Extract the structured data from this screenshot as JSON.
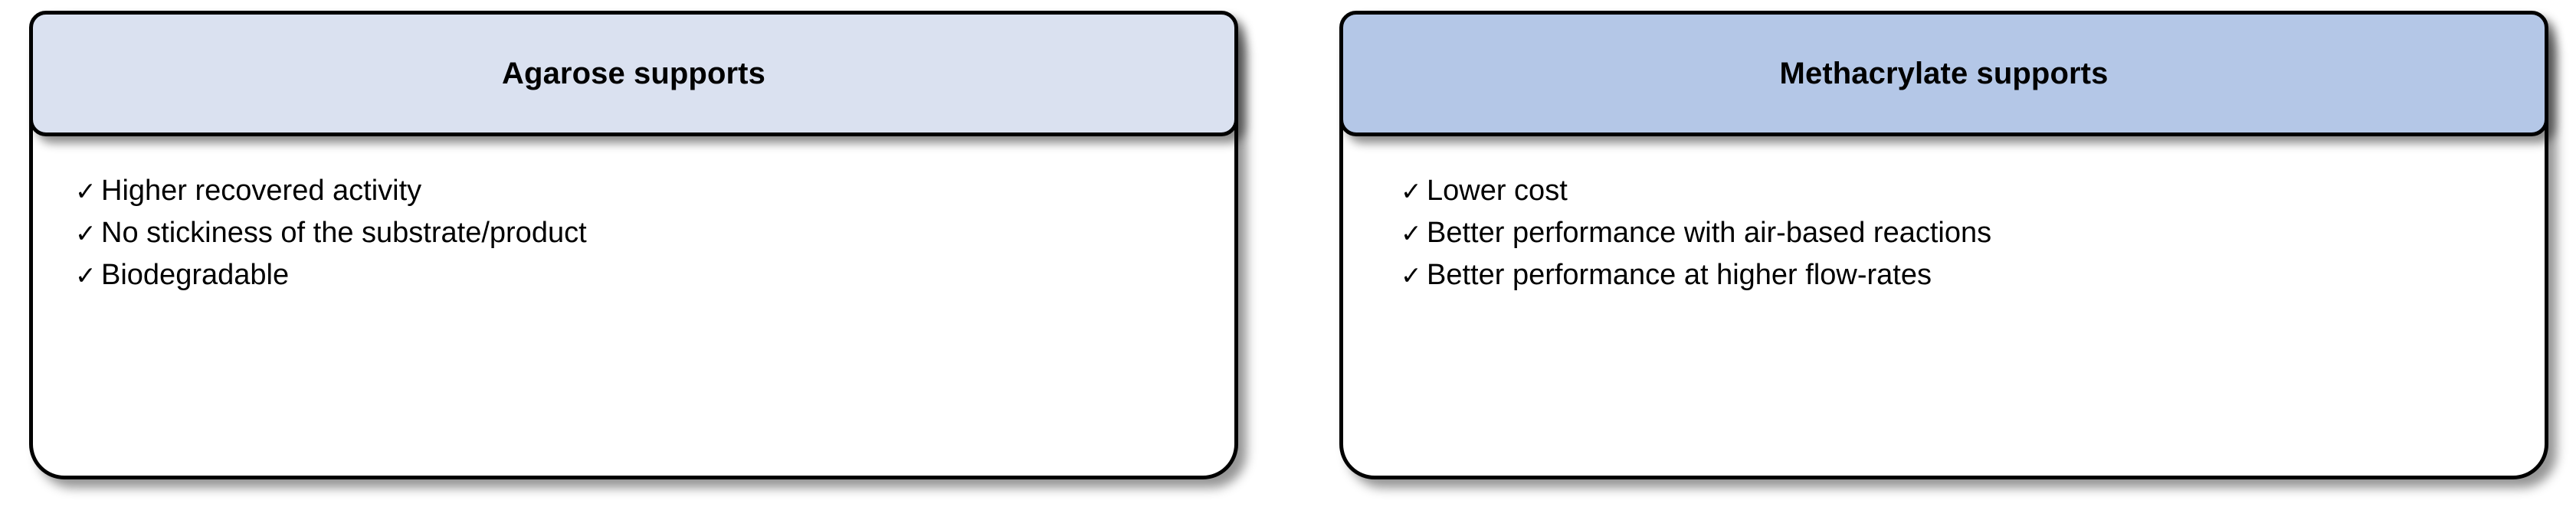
{
  "diagram": {
    "type": "comparison-panels",
    "background_color": "#ffffff",
    "panels": [
      {
        "id": "agarose",
        "header": {
          "title": "Agarose supports",
          "background_color": "#dae1f0",
          "border_color": "#000000",
          "text_color": "#000000"
        },
        "body": {
          "background_color": "#ffffff",
          "border_color": "#000000"
        },
        "bullet_icon": "check-icon",
        "bullet_glyph": "✓",
        "items": [
          {
            "label": "Higher recovered activity"
          },
          {
            "label": "No stickiness of the substrate/product"
          },
          {
            "label": "Biodegradable"
          }
        ]
      },
      {
        "id": "methacrylate",
        "header": {
          "title": "Methacrylate supports",
          "background_color": "#b4c7e7",
          "border_color": "#000000",
          "text_color": "#000000"
        },
        "body": {
          "background_color": "#ffffff",
          "border_color": "#000000"
        },
        "bullet_icon": "check-icon",
        "bullet_glyph": "✓",
        "items": [
          {
            "label": "Lower cost"
          },
          {
            "label": "Better performance with air-based reactions"
          },
          {
            "label": "Better performance at higher flow-rates"
          }
        ]
      }
    ]
  }
}
